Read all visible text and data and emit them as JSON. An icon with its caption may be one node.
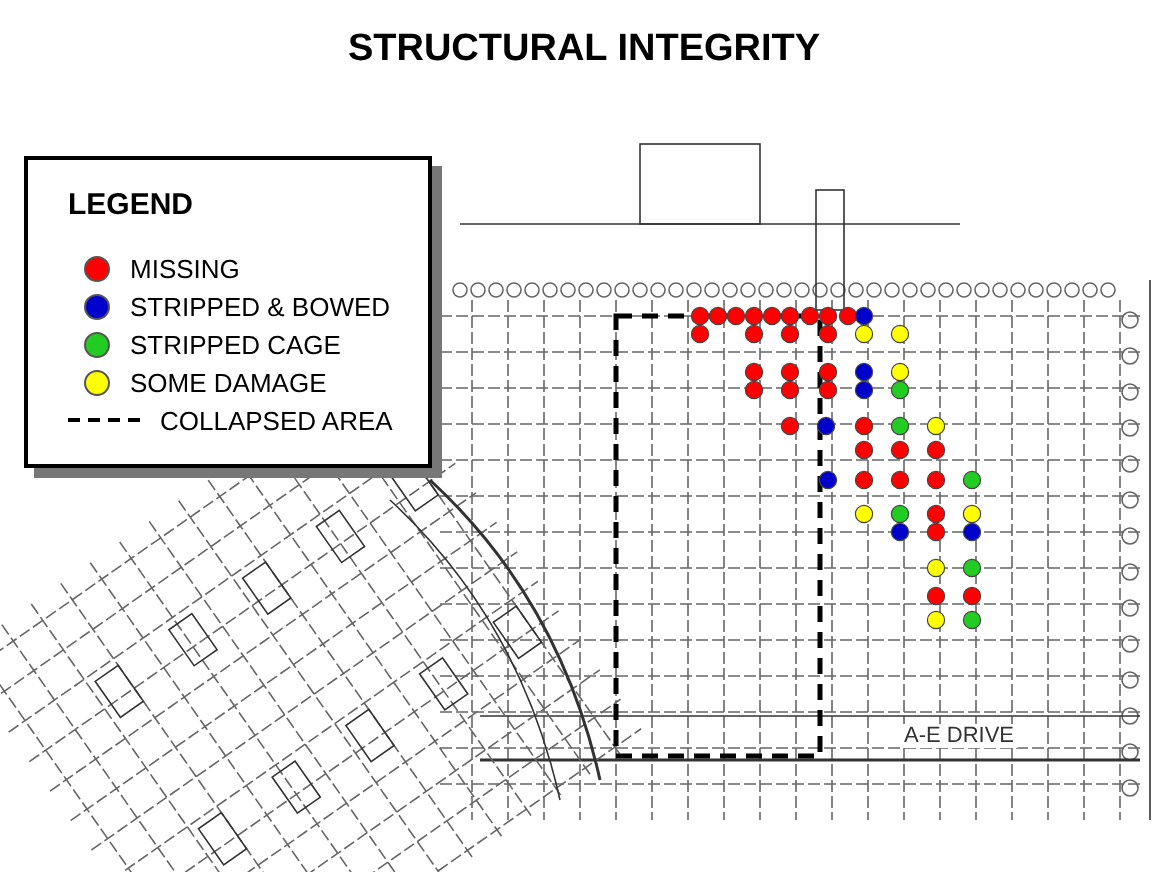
{
  "diagram": {
    "title": "STRUCTURAL INTEGRITY",
    "labels": [
      "LEGEND",
      "A-E DRIVE"
    ],
    "legend": [
      {
        "text": "MISSING",
        "color": "#ff0000"
      },
      {
        "text": "STRIPPED & BOWED",
        "color": "#0000cc"
      },
      {
        "text": "STRIPPED CAGE",
        "color": "#22cc22"
      },
      {
        "text": "SOME DAMAGE",
        "color": "#ffff00"
      },
      {
        "text": "COLLAPSED AREA"
      }
    ]
  }
}
